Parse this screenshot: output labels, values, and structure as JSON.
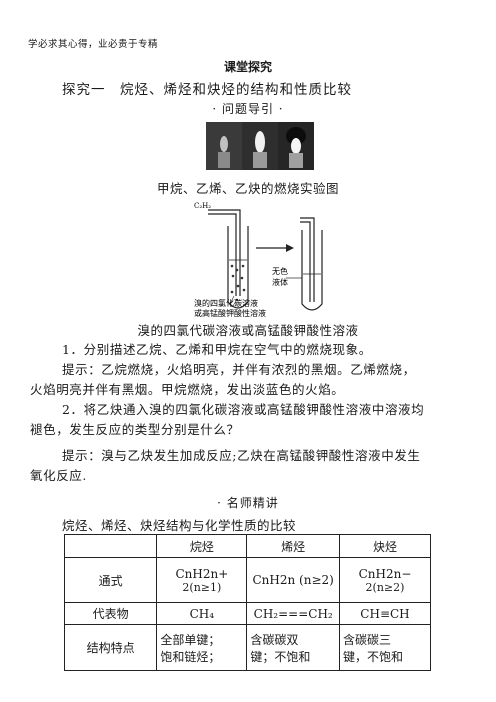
{
  "header_note": "学必求其心得，业必贵于专精",
  "section_title": "课堂探究",
  "explore_title": "探究一　烷烃、烯烃和炔烃的结构和性质比较",
  "question_guide": "· 问题导引 ·",
  "photo_caption": "甲烷、乙烯、乙炔的燃烧实验图",
  "diagram": {
    "gas_label": "C₂H₂",
    "colorless_label_1": "无色",
    "colorless_label_2": "液体",
    "solution_label_1": "溴的四氯化碳溶液",
    "solution_label_2": "或高锰酸钾酸性溶液"
  },
  "diagram_caption": "溴的四氯代碳溶液或高锰酸钾酸性溶液",
  "q1": "1．分别描述乙烷、乙烯和甲烷在空气中的燃烧现象。",
  "a1_line1": "提示：乙烷燃烧，火焰明亮，并伴有浓烈的黑烟。乙烯燃烧，",
  "a1_line2": "火焰明亮并伴有黑烟。甲烷燃烧，发出淡蓝色的火焰。",
  "q2_line1": "2．将乙炔通入溴的四氯化碳溶液或高锰酸钾酸性溶液中溶液均",
  "q2_line2": "褪色，发生反应的类型分别是什么？",
  "a2_line1": "提示：溴与乙炔发生加成反应;乙炔在高锰酸钾酸性溶液中发生",
  "a2_line2": "氧化反应.",
  "teacher_section": "· 名师精讲",
  "comparison_title": "烷烃、烯烃、炔烃结构与化学性质的比较",
  "table": {
    "headers": [
      "",
      "烷烃",
      "烯烃",
      "炔烃"
    ],
    "general_formula": {
      "label": "通式",
      "alkane_1": "CnH2n+",
      "alkane_2": "2(n≥1)",
      "alkene": "CnH2n (n≥2)",
      "alkyne_1": "CnH2n−",
      "alkyne_2": "2(n≥2)"
    },
    "representative": {
      "label": "代表物",
      "alkane": "CH₄",
      "alkene": "CH₂===CH₂",
      "alkyne": "CH≡CH"
    },
    "structure": {
      "label": "结构特点",
      "alkane_1": "全部单键；",
      "alkane_2": "饱和链烃；",
      "alkene_1": "含碳碳双",
      "alkene_2": "键；不饱和",
      "alkyne_1": "含碳碳三",
      "alkyne_2": "键，不饱和"
    }
  }
}
